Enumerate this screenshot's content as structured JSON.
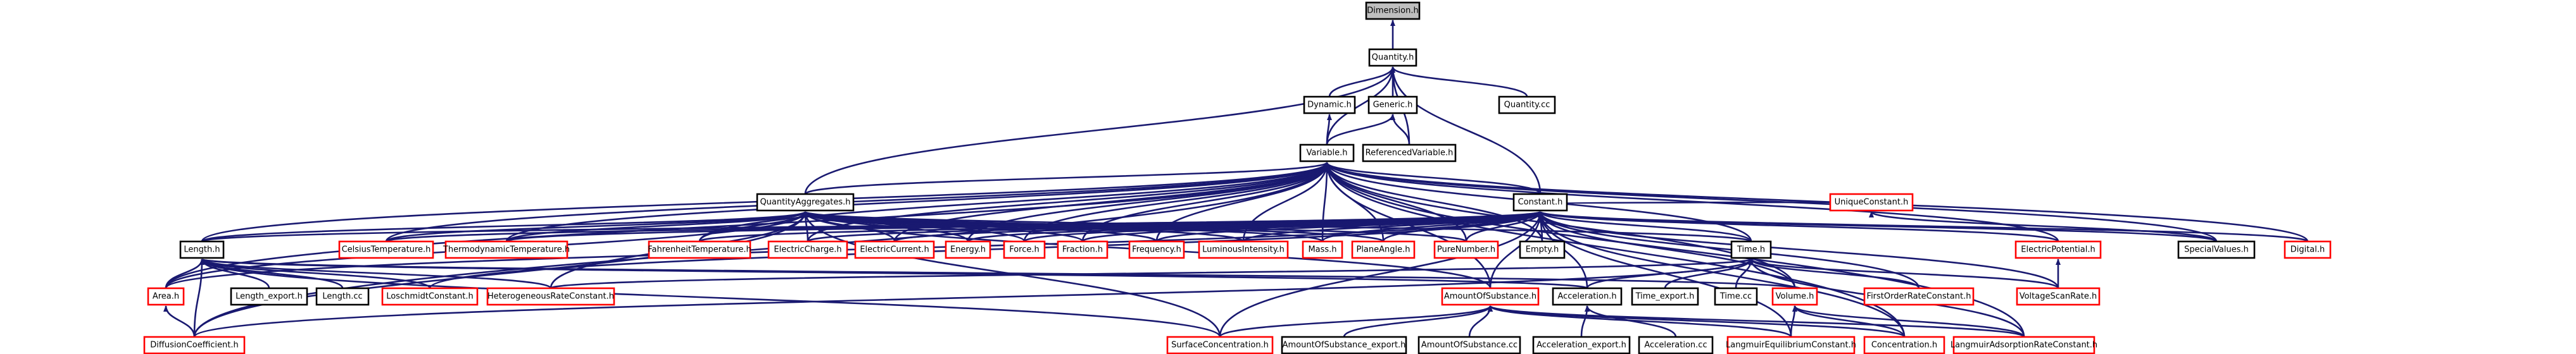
{
  "nodes": [
    {
      "id": "dimension_h",
      "label": "Dimension.h",
      "style": "root"
    },
    {
      "id": "quantity_h",
      "label": "Quantity.h",
      "style": "black"
    },
    {
      "id": "dynamic_h",
      "label": "Dynamic.h",
      "style": "black"
    },
    {
      "id": "generic_h",
      "label": "Generic.h",
      "style": "black"
    },
    {
      "id": "quantity_cc",
      "label": "Quantity.cc",
      "style": "black"
    },
    {
      "id": "variable_h",
      "label": "Variable.h",
      "style": "black"
    },
    {
      "id": "referencedvariable_h",
      "label": "ReferencedVariable.h",
      "style": "black"
    },
    {
      "id": "quantityaggregates_h",
      "label": "QuantityAggregates.h",
      "style": "black"
    },
    {
      "id": "constant_h",
      "label": "Constant.h",
      "style": "black"
    },
    {
      "id": "uniqueconstant_h",
      "label": "UniqueConstant.h",
      "style": "red"
    },
    {
      "id": "length_h",
      "label": "Length.h",
      "style": "black"
    },
    {
      "id": "celsiustemperature_h",
      "label": "CelsiusTemperature.h",
      "style": "red"
    },
    {
      "id": "thermodynamictemperature_h",
      "label": "ThermodynamicTemperature.h",
      "style": "red"
    },
    {
      "id": "fahrenheittemperature_h",
      "label": "FahrenheitTemperature.h",
      "style": "red"
    },
    {
      "id": "electriccharge_h",
      "label": "ElectricCharge.h",
      "style": "red"
    },
    {
      "id": "electriccurrent_h",
      "label": "ElectricCurrent.h",
      "style": "red"
    },
    {
      "id": "energy_h",
      "label": "Energy.h",
      "style": "red"
    },
    {
      "id": "force_h",
      "label": "Force.h",
      "style": "red"
    },
    {
      "id": "fraction_h",
      "label": "Fraction.h",
      "style": "red"
    },
    {
      "id": "frequency_h",
      "label": "Frequency.h",
      "style": "red"
    },
    {
      "id": "luminousintensity_h",
      "label": "LuminousIntensity.h",
      "style": "red"
    },
    {
      "id": "mass_h",
      "label": "Mass.h",
      "style": "red"
    },
    {
      "id": "planeangle_h",
      "label": "PlaneAngle.h",
      "style": "red"
    },
    {
      "id": "purenumber_h",
      "label": "PureNumber.h",
      "style": "red"
    },
    {
      "id": "empty_h",
      "label": "Empty.h",
      "style": "black"
    },
    {
      "id": "time_h",
      "label": "Time.h",
      "style": "black"
    },
    {
      "id": "electricpotential_h",
      "label": "ElectricPotential.h",
      "style": "red"
    },
    {
      "id": "specialvalues_h",
      "label": "SpecialValues.h",
      "style": "black"
    },
    {
      "id": "digital_h",
      "label": "Digital.h",
      "style": "red"
    },
    {
      "id": "area_h",
      "label": "Area.h",
      "style": "red"
    },
    {
      "id": "length_export_h",
      "label": "Length_export.h",
      "style": "black"
    },
    {
      "id": "length_cc",
      "label": "Length.cc",
      "style": "black"
    },
    {
      "id": "loschmidtconstant_h",
      "label": "LoschmidtConstant.h",
      "style": "red"
    },
    {
      "id": "heterogeneousrateconstant_h",
      "label": "HeterogeneousRateConstant.h",
      "style": "red"
    },
    {
      "id": "amountofsubstance_h",
      "label": "AmountOfSubstance.h",
      "style": "red"
    },
    {
      "id": "acceleration_h",
      "label": "Acceleration.h",
      "style": "black"
    },
    {
      "id": "time_export_h",
      "label": "Time_export.h",
      "style": "black"
    },
    {
      "id": "time_cc",
      "label": "Time.cc",
      "style": "black"
    },
    {
      "id": "volume_h",
      "label": "Volume.h",
      "style": "red"
    },
    {
      "id": "firstorderrateconstant_h",
      "label": "FirstOrderRateConstant.h",
      "style": "red"
    },
    {
      "id": "voltagescanrate_h",
      "label": "VoltageScanRate.h",
      "style": "red"
    },
    {
      "id": "diffusioncoefficient_h",
      "label": "DiffusionCoefficient.h",
      "style": "red"
    },
    {
      "id": "surfaceconcentration_h",
      "label": "SurfaceConcentration.h",
      "style": "red"
    },
    {
      "id": "amountofsubstance_export_h",
      "label": "AmountOfSubstance_export.h",
      "style": "black"
    },
    {
      "id": "amountofsubstance_cc",
      "label": "AmountOfSubstance.cc",
      "style": "black"
    },
    {
      "id": "acceleration_export_h",
      "label": "Acceleration_export.h",
      "style": "black"
    },
    {
      "id": "acceleration_cc",
      "label": "Acceleration.cc",
      "style": "black"
    },
    {
      "id": "langmuirequilibriumconstant_h",
      "label": "LangmuirEquilibriumConstant.h",
      "style": "red"
    },
    {
      "id": "concentration_h",
      "label": "Concentration.h",
      "style": "red"
    },
    {
      "id": "langmuiradsorptionrateconstant_h",
      "label": "LangmuirAdsorptionRateConstant.h",
      "style": "red"
    }
  ],
  "edges": [
    [
      "quantity_h",
      "dimension_h"
    ],
    [
      "dynamic_h",
      "quantity_h"
    ],
    [
      "generic_h",
      "quantity_h"
    ],
    [
      "quantity_cc",
      "quantity_h"
    ],
    [
      "variable_h",
      "quantity_h"
    ],
    [
      "referencedvariable_h",
      "quantity_h"
    ],
    [
      "quantityaggregates_h",
      "quantity_h"
    ],
    [
      "constant_h",
      "quantity_h"
    ],
    [
      "variable_h",
      "dynamic_h"
    ],
    [
      "variable_h",
      "generic_h"
    ],
    [
      "referencedvariable_h",
      "generic_h"
    ],
    [
      "quantityaggregates_h",
      "variable_h"
    ],
    [
      "constant_h",
      "variable_h"
    ],
    [
      "length_h",
      "variable_h"
    ],
    [
      "celsiustemperature_h",
      "variable_h"
    ],
    [
      "thermodynamictemperature_h",
      "variable_h"
    ],
    [
      "fahrenheittemperature_h",
      "variable_h"
    ],
    [
      "electriccharge_h",
      "variable_h"
    ],
    [
      "electriccurrent_h",
      "variable_h"
    ],
    [
      "energy_h",
      "variable_h"
    ],
    [
      "force_h",
      "variable_h"
    ],
    [
      "fraction_h",
      "variable_h"
    ],
    [
      "frequency_h",
      "variable_h"
    ],
    [
      "luminousintensity_h",
      "variable_h"
    ],
    [
      "mass_h",
      "variable_h"
    ],
    [
      "planeangle_h",
      "variable_h"
    ],
    [
      "purenumber_h",
      "variable_h"
    ],
    [
      "empty_h",
      "variable_h"
    ],
    [
      "time_h",
      "variable_h"
    ],
    [
      "electricpotential_h",
      "variable_h"
    ],
    [
      "specialvalues_h",
      "variable_h"
    ],
    [
      "digital_h",
      "variable_h"
    ],
    [
      "area_h",
      "variable_h"
    ],
    [
      "amountofsubstance_h",
      "variable_h"
    ],
    [
      "volume_h",
      "variable_h"
    ],
    [
      "diffusioncoefficient_h",
      "variable_h"
    ],
    [
      "concentration_h",
      "variable_h"
    ],
    [
      "langmuiradsorptionrateconstant_h",
      "variable_h"
    ],
    [
      "length_h",
      "quantityaggregates_h"
    ],
    [
      "celsiustemperature_h",
      "quantityaggregates_h"
    ],
    [
      "thermodynamictemperature_h",
      "quantityaggregates_h"
    ],
    [
      "fahrenheittemperature_h",
      "quantityaggregates_h"
    ],
    [
      "electriccharge_h",
      "quantityaggregates_h"
    ],
    [
      "electriccurrent_h",
      "quantityaggregates_h"
    ],
    [
      "energy_h",
      "quantityaggregates_h"
    ],
    [
      "force_h",
      "quantityaggregates_h"
    ],
    [
      "fraction_h",
      "quantityaggregates_h"
    ],
    [
      "frequency_h",
      "quantityaggregates_h"
    ],
    [
      "luminousintensity_h",
      "quantityaggregates_h"
    ],
    [
      "mass_h",
      "quantityaggregates_h"
    ],
    [
      "planeangle_h",
      "quantityaggregates_h"
    ],
    [
      "purenumber_h",
      "quantityaggregates_h"
    ],
    [
      "time_h",
      "quantityaggregates_h"
    ],
    [
      "area_h",
      "quantityaggregates_h"
    ],
    [
      "amountofsubstance_h",
      "quantityaggregates_h"
    ],
    [
      "heterogeneousrateconstant_h",
      "quantityaggregates_h"
    ],
    [
      "diffusioncoefficient_h",
      "quantityaggregates_h"
    ],
    [
      "surfaceconcentration_h",
      "quantityaggregates_h"
    ],
    [
      "uniqueconstant_h",
      "constant_h"
    ],
    [
      "length_h",
      "constant_h"
    ],
    [
      "celsiustemperature_h",
      "constant_h"
    ],
    [
      "thermodynamictemperature_h",
      "constant_h"
    ],
    [
      "fahrenheittemperature_h",
      "constant_h"
    ],
    [
      "electriccharge_h",
      "constant_h"
    ],
    [
      "electriccurrent_h",
      "constant_h"
    ],
    [
      "energy_h",
      "constant_h"
    ],
    [
      "force_h",
      "constant_h"
    ],
    [
      "fraction_h",
      "constant_h"
    ],
    [
      "frequency_h",
      "constant_h"
    ],
    [
      "luminousintensity_h",
      "constant_h"
    ],
    [
      "mass_h",
      "constant_h"
    ],
    [
      "planeangle_h",
      "constant_h"
    ],
    [
      "purenumber_h",
      "constant_h"
    ],
    [
      "empty_h",
      "constant_h"
    ],
    [
      "time_h",
      "constant_h"
    ],
    [
      "electricpotential_h",
      "constant_h"
    ],
    [
      "specialvalues_h",
      "constant_h"
    ],
    [
      "digital_h",
      "constant_h"
    ],
    [
      "area_h",
      "constant_h"
    ],
    [
      "loschmidtconstant_h",
      "constant_h"
    ],
    [
      "amountofsubstance_h",
      "constant_h"
    ],
    [
      "acceleration_h",
      "constant_h"
    ],
    [
      "volume_h",
      "constant_h"
    ],
    [
      "firstorderrateconstant_h",
      "constant_h"
    ],
    [
      "voltagescanrate_h",
      "constant_h"
    ],
    [
      "surfaceconcentration_h",
      "constant_h"
    ],
    [
      "concentration_h",
      "constant_h"
    ],
    [
      "langmuirequilibriumconstant_h",
      "constant_h"
    ],
    [
      "specialvalues_h",
      "uniqueconstant_h"
    ],
    [
      "area_h",
      "length_h"
    ],
    [
      "length_export_h",
      "length_h"
    ],
    [
      "length_cc",
      "length_h"
    ],
    [
      "loschmidtconstant_h",
      "length_h"
    ],
    [
      "heterogeneousrateconstant_h",
      "length_h"
    ],
    [
      "diffusioncoefficient_h",
      "length_h"
    ],
    [
      "acceleration_h",
      "length_h"
    ],
    [
      "volume_h",
      "length_h"
    ],
    [
      "surfaceconcentration_h",
      "length_h"
    ],
    [
      "diffusioncoefficient_h",
      "area_h"
    ],
    [
      "acceleration_h",
      "time_h"
    ],
    [
      "time_export_h",
      "time_h"
    ],
    [
      "time_cc",
      "time_h"
    ],
    [
      "firstorderrateconstant_h",
      "time_h"
    ],
    [
      "voltagescanrate_h",
      "time_h"
    ],
    [
      "langmuiradsorptionrateconstant_h",
      "time_h"
    ],
    [
      "heterogeneousrateconstant_h",
      "time_h"
    ],
    [
      "diffusioncoefficient_h",
      "time_h"
    ],
    [
      "voltagescanrate_h",
      "electricpotential_h"
    ],
    [
      "surfaceconcentration_h",
      "amountofsubstance_h"
    ],
    [
      "amountofsubstance_export_h",
      "amountofsubstance_h"
    ],
    [
      "amountofsubstance_cc",
      "amountofsubstance_h"
    ],
    [
      "langmuirequilibriumconstant_h",
      "amountofsubstance_h"
    ],
    [
      "concentration_h",
      "amountofsubstance_h"
    ],
    [
      "langmuiradsorptionrateconstant_h",
      "amountofsubstance_h"
    ],
    [
      "acceleration_export_h",
      "acceleration_h"
    ],
    [
      "acceleration_cc",
      "acceleration_h"
    ],
    [
      "concentration_h",
      "volume_h"
    ],
    [
      "langmuirequilibriumconstant_h",
      "volume_h"
    ],
    [
      "langmuiradsorptionrateconstant_h",
      "volume_h"
    ]
  ]
}
